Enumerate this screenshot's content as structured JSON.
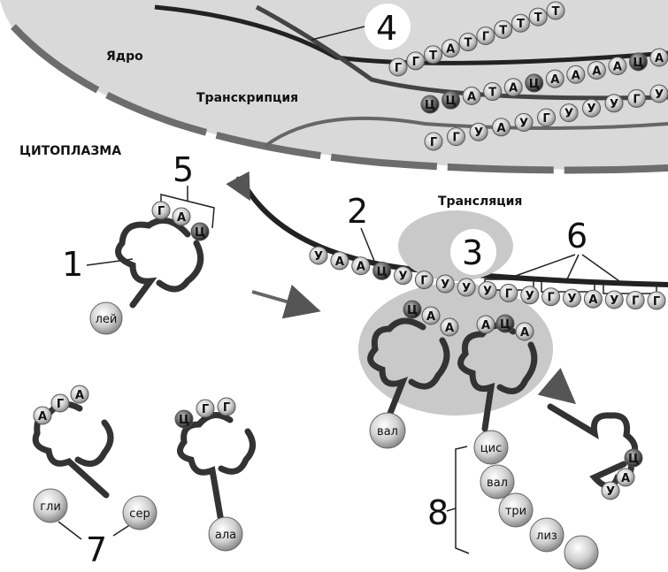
{
  "labels": {
    "nucleus": "Ядро",
    "transcription": "Транскрипция",
    "cytoplasm": "ЦИТОПЛАЗМА",
    "translation": "Трансляция"
  },
  "numbers": {
    "n1": "1",
    "n2": "2",
    "n3": "3",
    "n4": "4",
    "n5": "5",
    "n6": "6",
    "n7": "7",
    "n8": "8"
  },
  "strands": {
    "dna_top": [
      "Г",
      "Г",
      "Т",
      "А",
      "Т",
      "Г",
      "Т",
      "Т",
      "Т",
      "Т"
    ],
    "dna_bottom": [
      "Ц",
      "Ц",
      "А",
      "Т",
      "А",
      "Ц",
      "А",
      "А",
      "А",
      "А",
      "Ц",
      "А"
    ],
    "rna_nucleus": [
      "Г",
      "Г",
      "У",
      "А",
      "У",
      "Г",
      "У",
      "У",
      "У",
      "Г",
      "У"
    ],
    "mrna": [
      "У",
      "А",
      "А",
      "Ц",
      "У",
      "Г",
      "У",
      "У",
      "У",
      "Г",
      "У",
      "Г",
      "У",
      "А",
      "У",
      "Г",
      "Г"
    ]
  },
  "trna": {
    "t1_anticodon": [
      "Г",
      "А",
      "Ц"
    ],
    "t1_amino": "лей",
    "ribo_left_anticodon": [
      "Ц",
      "А",
      "А"
    ],
    "ribo_left_amino": "вал",
    "ribo_right_anticodon": [
      "А",
      "Ц",
      "А"
    ],
    "free_left_anticodon": [
      "А",
      "Г",
      "А"
    ],
    "free_right_anticodon": [
      "Ц",
      "Г",
      "Г"
    ],
    "free_right_amino": "ала",
    "leaving_anticodon": [
      "Ц",
      "А",
      "У"
    ]
  },
  "free_amino_acids": [
    "гли",
    "сер"
  ],
  "peptide": [
    "цис",
    "вал",
    "три",
    "лиз"
  ]
}
